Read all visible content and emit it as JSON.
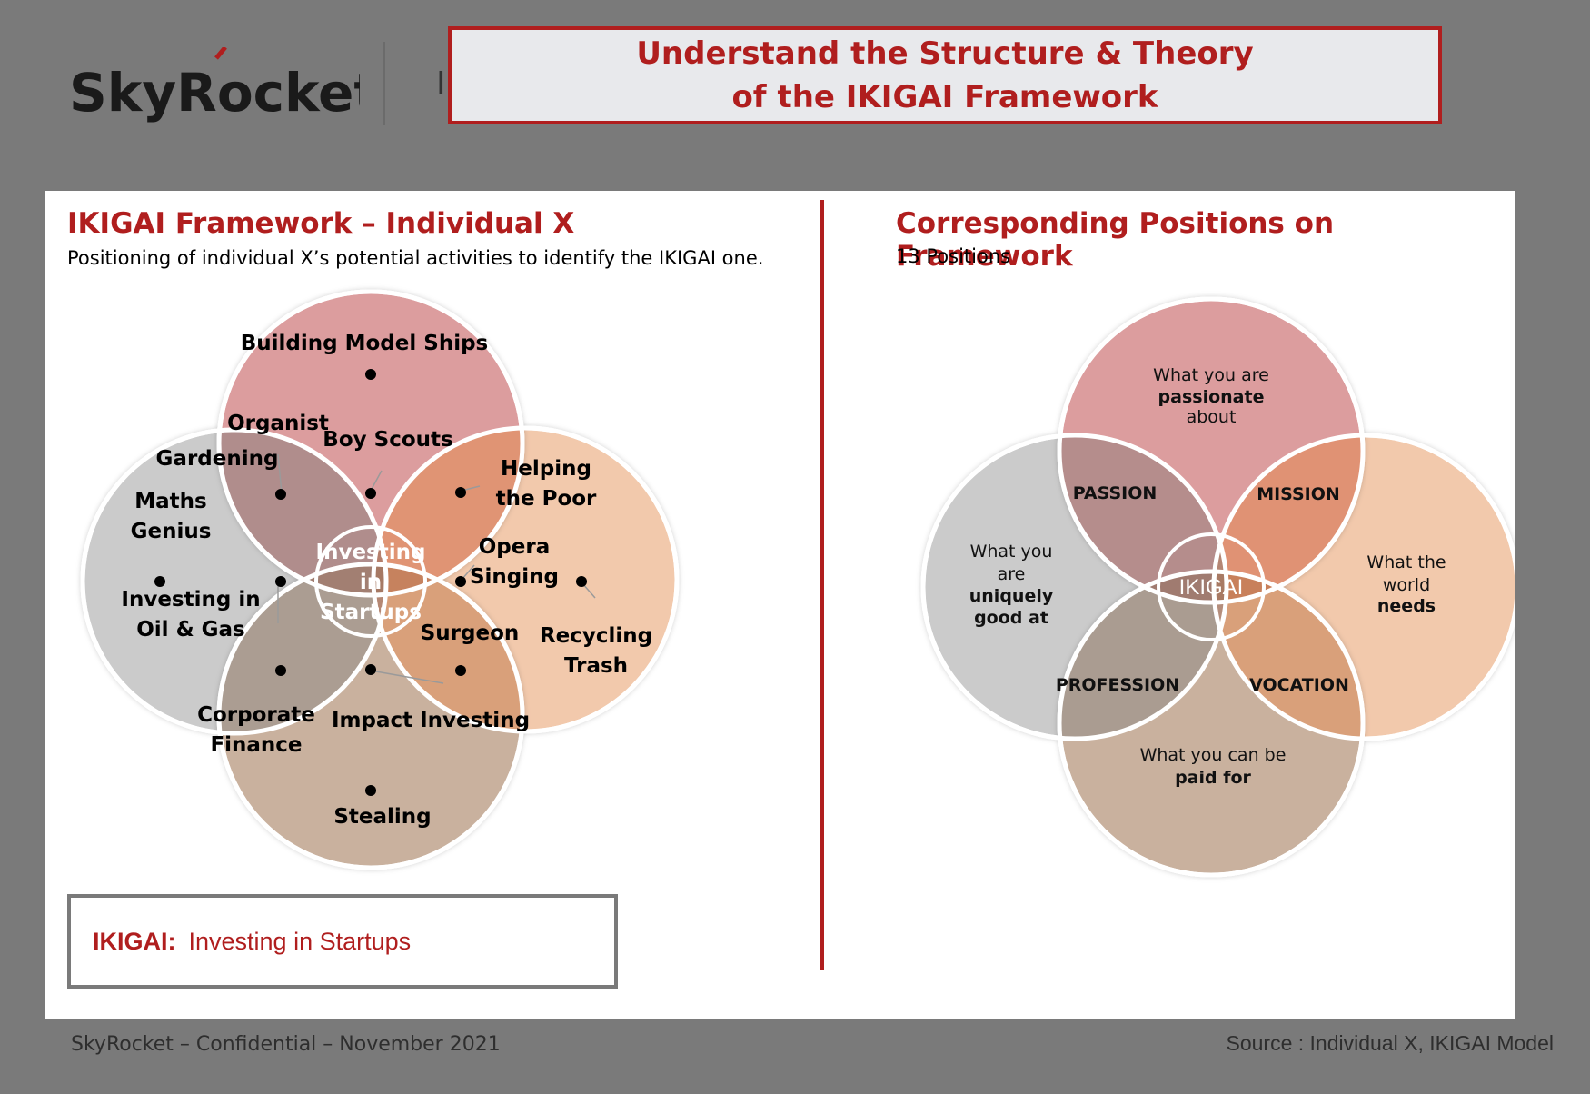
{
  "logo": {
    "text": "SkyRocket",
    "residue": "I"
  },
  "header": {
    "title_line1": "Understand the Structure & Theory",
    "title_line2": "of the IKIGAI Framework"
  },
  "left": {
    "title": "IKIGAI Framework – Individual X",
    "subtitle": "Positioning of individual X’s potential activities to identify the IKIGAI one.",
    "activities": {
      "building_model_ships": "Building Model Ships",
      "organist": "Organist",
      "boy_scouts": "Boy Scouts",
      "gardening": "Gardening",
      "helping_line1": "Helping",
      "helping_line2": "the Poor",
      "maths_line1": "Maths",
      "maths_line2": "Genius",
      "investing_startups_line1": "Investing",
      "investing_startups_line2": "in",
      "investing_startups_line3": "Startups",
      "opera_line1": "Opera",
      "opera_line2": "Singing",
      "oil_line1": "Investing in",
      "oil_line2": "Oil & Gas",
      "surgeon": "Surgeon",
      "recycling_line1": "Recycling",
      "recycling_line2": "Trash",
      "corporate_line1": "Corporate",
      "corporate_line2": "Finance",
      "impact_investing": "Impact Investing",
      "stealing": "Stealing"
    },
    "result_label": "IKIGAI:",
    "result_value": "Investing in Startups"
  },
  "right": {
    "title": "Corresponding Positions on Framework",
    "subtitle": "13 Positions",
    "circles": {
      "passionate_line1": "What you are",
      "passionate_line2": "passionate",
      "passionate_line3": "about",
      "good_line1": "What you",
      "good_line2": "are",
      "good_line3": "uniquely",
      "good_line4": "good at",
      "needs_line1": "What the",
      "needs_line2": "world",
      "needs_line3": "needs",
      "paid_line1": "What you can be",
      "paid_line2": "paid for"
    },
    "overlaps": {
      "passion": "PASSION",
      "mission": "MISSION",
      "profession": "PROFESSION",
      "vocation": "VOCATION",
      "ikigai": "IKIGAI"
    }
  },
  "footer": {
    "left": "SkyRocket – Confidential – November 2021",
    "right": "Source : Individual X, IKIGAI Model"
  },
  "colors": {
    "accent_red": "#b01e1e",
    "top_circle": "#dc9d9e",
    "left_circle": "#cbcbcb",
    "right_circle": "#f2c9ac",
    "bottom_circle": "#c9b19e"
  }
}
